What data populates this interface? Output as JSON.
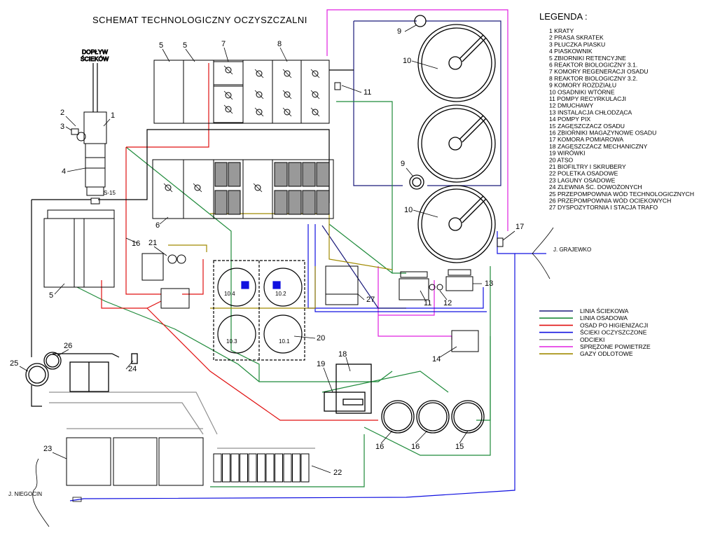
{
  "title": "SCHEMAT  TECHNOLOGICZNY OCZYSZCZALNI",
  "inlet_label": [
    "DOPŁYW",
    "ŚCIEKÓW"
  ],
  "legend": {
    "heading": "LEGENDA :",
    "items": [
      "1 KRATY",
      "2 PRASA SKRATEK",
      "3 PŁUCZKA PIASKU",
      "4 PIASKOWNIK",
      "5 ZBIORNIKI RETENCYJNE",
      "6 REAKTOR BIOLOGICZNY 3.1.",
      "7 KOMORY REGENERACJI OSADU",
      "8 REAKTOR BIOLOGICZNY 3.2.",
      "9 KOMORY ROZDZIAŁU",
      "10 OSADNIKI WTÓRNE",
      "11 POMPY RECYRKULACJI",
      "12 DMUCHAWY",
      "13 INSTALACJA CHŁODZĄCA",
      "14 POMPY PIX",
      "15 ZAGĘSZCZACZ OSADU",
      "16 ZBIORNIKI MAGAZYNOWE OSADU",
      "17 KOMORA POMIAROWA",
      "18 ZAGĘSZCZACZ MECHANICZNY",
      "19 WIRÓWKI",
      "20 ATSO",
      "21 BIOFILTRY I SKRUBERY",
      "22 POLETKA OSADOWE",
      "23 LAGUNY OSADOWE",
      "24 ZLEWNIA ŚC. DOWOŻONYCH",
      "25 PRZEPOMPOWNIA WÓD TECHNOLOGICZNYCH",
      "26 PRZEPOMPOWNIA WÓD OCIEKOWYCH",
      "27 DYSPOZYTORNIA I STACJA TRAFO"
    ]
  },
  "line_legend": [
    {
      "label": "LINIA ŚCIEKOWA",
      "color": "#1a1a7a"
    },
    {
      "label": "LINIA OSADOWA",
      "color": "#1e8a3a"
    },
    {
      "label": "OSAD PO HIGIENIZACJI",
      "color": "#e01010"
    },
    {
      "label": "ŚCIEKI OCZYSZCZONE",
      "color": "#1010e0"
    },
    {
      "label": "ODCIEKI",
      "color": "#909090"
    },
    {
      "label": "SPRĘŻONE POWIETRZE",
      "color": "#e020e0"
    },
    {
      "label": "GAZY ODLOTOWE",
      "color": "#a08a00"
    }
  ],
  "labels": {
    "n1": "1",
    "n2": "2",
    "n3": "3",
    "n4": "4",
    "s15": "S-15",
    "n5a": "5",
    "n5b": "5",
    "n5c": "5",
    "n6": "6",
    "n7": "7",
    "n8": "8",
    "n9a": "9",
    "n9b": "9",
    "n10a": "10",
    "n10b": "10",
    "n11a": "11",
    "n11b": "11",
    "n12": "12",
    "n13": "13",
    "n14": "14",
    "n15": "15",
    "n16a": "16",
    "n16b": "16",
    "n16c": "16",
    "n17": "17",
    "n18": "18",
    "n19": "19",
    "n20": "20",
    "n21": "21",
    "n22": "22",
    "n23": "23",
    "n24": "24",
    "n25": "25",
    "n26": "26",
    "n27": "27",
    "r104": "10.4",
    "r102": "10.2",
    "r103": "10.3",
    "r101": "10.1",
    "grajewko": "J. GRAJEWKO",
    "niegocin": "J. NIEGOCIN"
  }
}
